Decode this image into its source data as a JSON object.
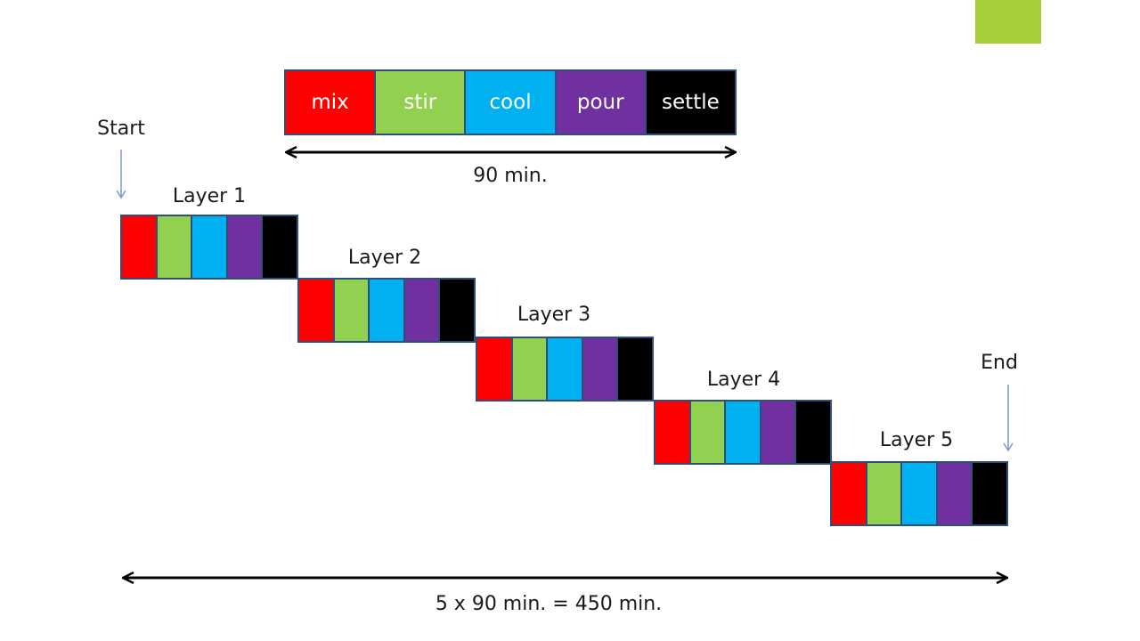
{
  "colors": {
    "accent": "#a6ce39",
    "mix": "#ff0000",
    "stir": "#92d050",
    "cool": "#00b0f0",
    "pour": "#7030a0",
    "settle": "#000000",
    "border": "#2f4f7a",
    "pointer": "#7f9fd0"
  },
  "steps": [
    {
      "label": "mix",
      "color": "#ff0000"
    },
    {
      "label": "stir",
      "color": "#92d050"
    },
    {
      "label": "cool",
      "color": "#00b0f0"
    },
    {
      "label": "pour",
      "color": "#7030a0"
    },
    {
      "label": "settle",
      "color": "#000000"
    }
  ],
  "step_duration_label": "90 min.",
  "start_label": "Start",
  "end_label": "End",
  "layers": [
    {
      "label": "Layer 1"
    },
    {
      "label": "Layer 2"
    },
    {
      "label": "Layer 3"
    },
    {
      "label": "Layer 4"
    },
    {
      "label": "Layer 5"
    }
  ],
  "total_duration_label": "5 x 90 min. = 450 min."
}
